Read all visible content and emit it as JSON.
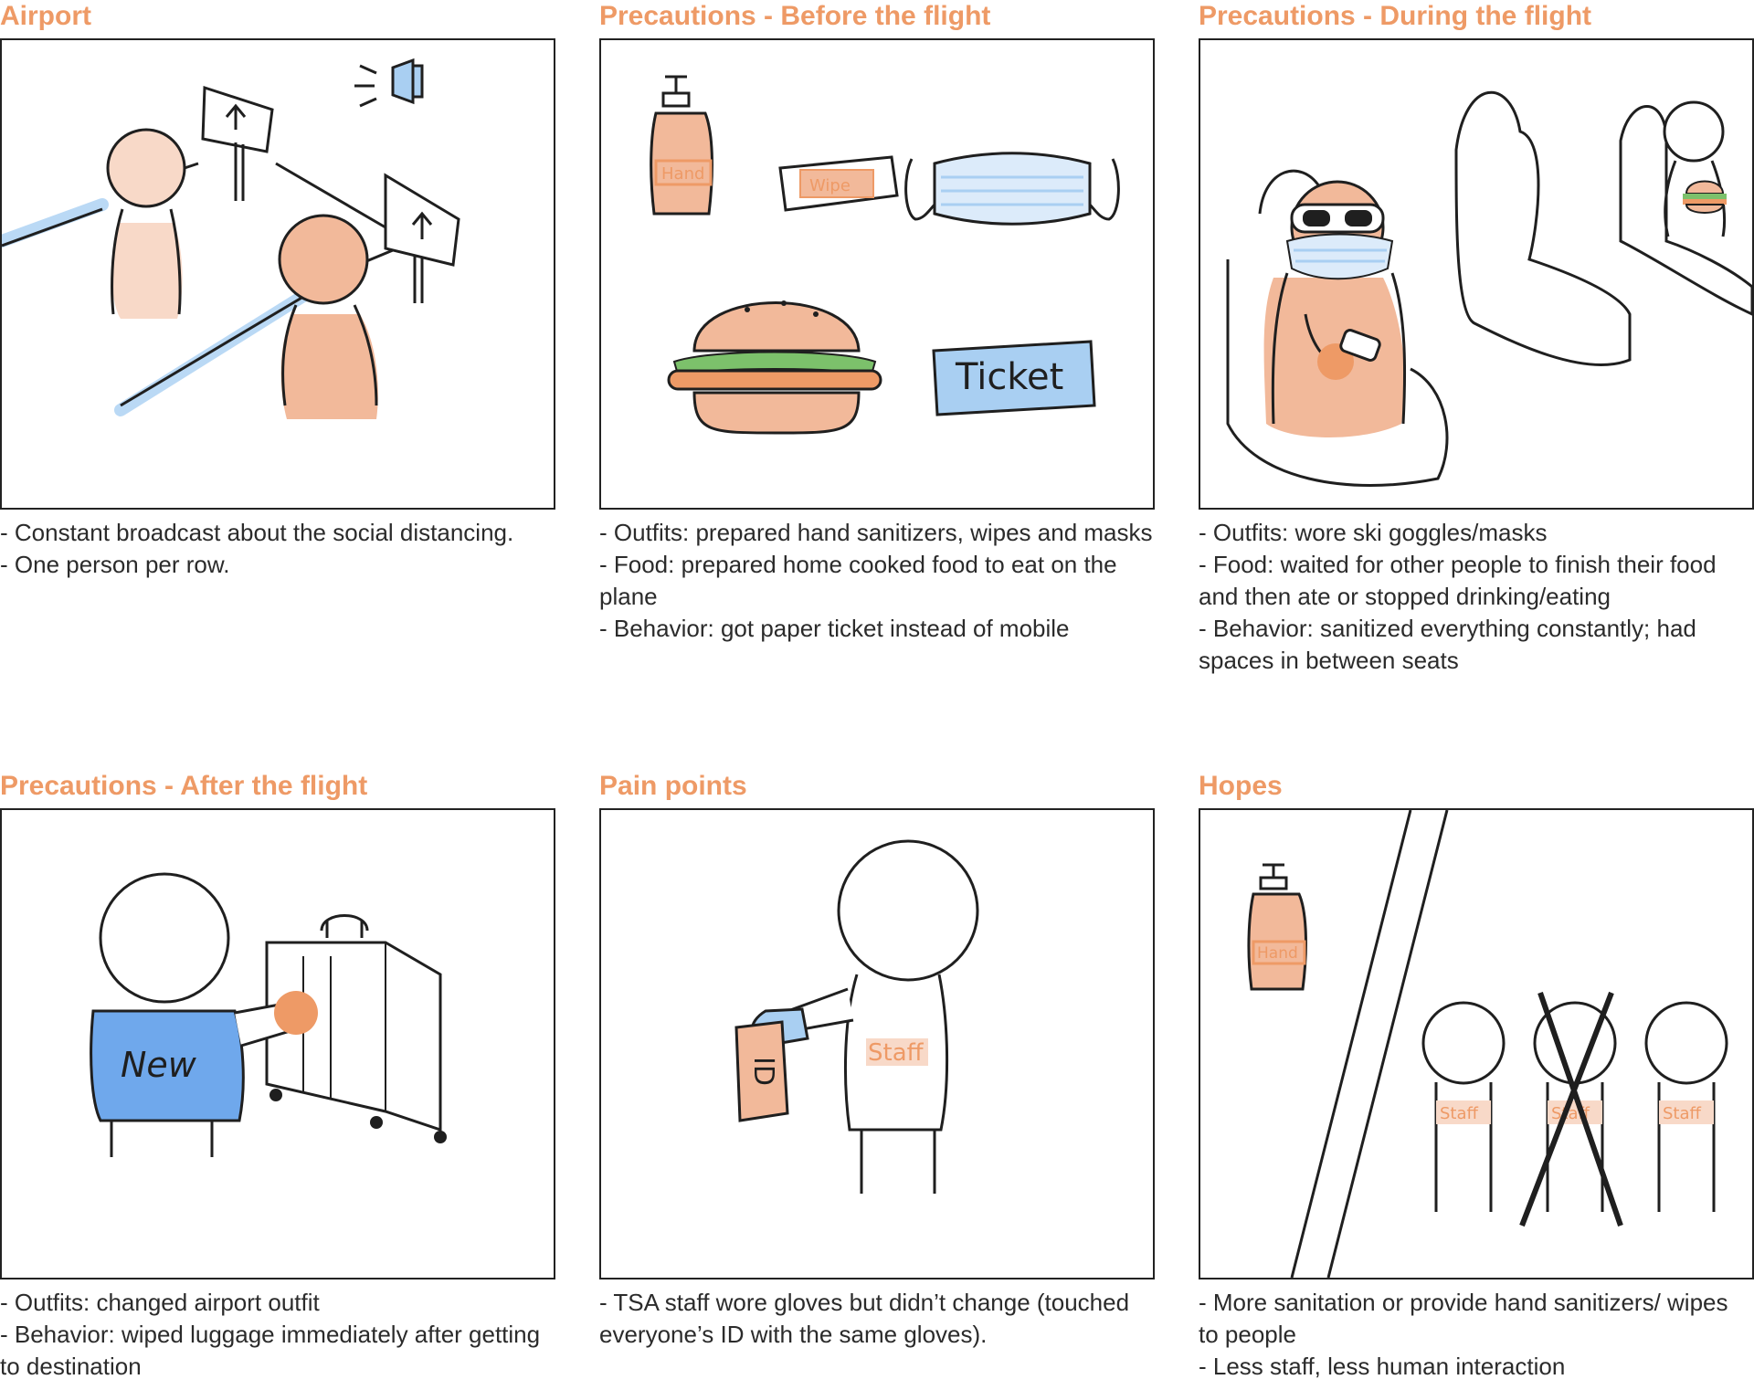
{
  "colors": {
    "accent": "#EE9A66",
    "skin": "#F2B99A",
    "skin_light": "#F8D9C8",
    "blue": "#A9CFF2",
    "blue_deep": "#6FA8EC",
    "green": "#7CC16B",
    "ink": "#1f1f1f"
  },
  "panels": [
    {
      "title": "Airport",
      "notes": [
        "- Constant broadcast about the social distancing.",
        "- One person per row."
      ]
    },
    {
      "title": "Precautions - Before the flight",
      "labels": {
        "hand": "Hand",
        "wipe": "Wipe",
        "ticket": "Ticket"
      },
      "notes": [
        "- Outfits: prepared hand sanitizers, wipes and masks",
        "- Food: prepared home cooked food to eat on the plane",
        "- Behavior: got paper ticket instead of mobile"
      ]
    },
    {
      "title": "Precautions - During the flight",
      "notes": [
        "- Outfits: wore ski goggles/masks",
        "- Food: waited for other people to finish their food and then ate or stopped drinking/eating",
        "- Behavior: sanitized everything constantly; had spaces in between seats"
      ]
    },
    {
      "title": "Precautions - After the flight",
      "labels": {
        "shirt": "New"
      },
      "notes": [
        "- Outfits: changed airport outfit",
        "- Behavior: wiped luggage immediately after getting to destination"
      ]
    },
    {
      "title": "Pain points",
      "labels": {
        "badge": "Staff",
        "id": "ID"
      },
      "notes": [
        "- TSA staff wore gloves but didn’t change (touched everyone’s ID with the same gloves)."
      ]
    },
    {
      "title": "Hopes",
      "labels": {
        "hand": "Hand",
        "staff1": "Staff",
        "staff2": "Staff",
        "staff3": "Staff"
      },
      "notes": [
        "- More sanitation or provide hand sanitizers/ wipes to people",
        "- Less staff, less human interaction"
      ]
    }
  ]
}
